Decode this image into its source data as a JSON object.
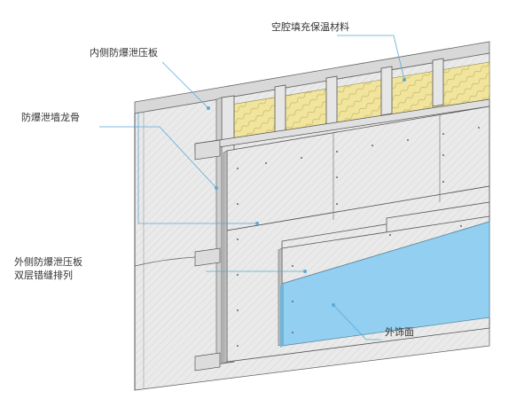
{
  "labels": {
    "inner_board": "内侧防爆泄压板",
    "cavity_insulation": "空腔填充保温材料",
    "keel": "防爆泄墙龙骨",
    "outer_board_line1": "外侧防爆泄压板",
    "outer_board_line2": "双层错缝排列",
    "facade": "外饰面"
  },
  "colors": {
    "leader": "#5aa9d6",
    "insulation": "#f0e39a",
    "facade": "#92cff0",
    "board": "#e9e9e9",
    "edge": "#555555"
  }
}
